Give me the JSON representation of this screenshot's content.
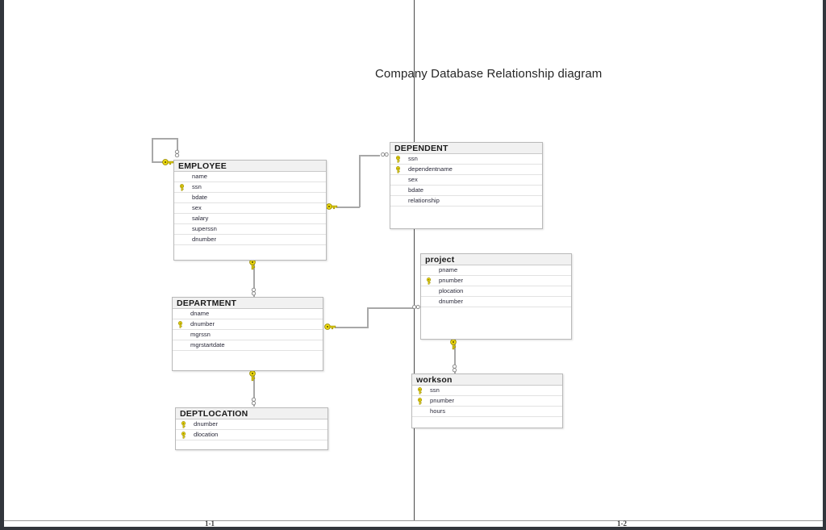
{
  "document": {
    "title": "Company Database Relationship diagram",
    "page_labels": [
      "1-1",
      "1-2"
    ]
  },
  "entities": [
    {
      "id": "employee",
      "name": "EMPLOYEE",
      "attributes": [
        {
          "name": "name",
          "key": false
        },
        {
          "name": "ssn",
          "key": true
        },
        {
          "name": "bdate",
          "key": false
        },
        {
          "name": "sex",
          "key": false
        },
        {
          "name": "salary",
          "key": false
        },
        {
          "name": "superssn",
          "key": false
        },
        {
          "name": "dnumber",
          "key": false
        }
      ]
    },
    {
      "id": "dependent",
      "name": "DEPENDENT",
      "attributes": [
        {
          "name": "ssn",
          "key": true
        },
        {
          "name": "dependentname",
          "key": true
        },
        {
          "name": "sex",
          "key": false
        },
        {
          "name": "bdate",
          "key": false
        },
        {
          "name": "relationship",
          "key": false
        }
      ]
    },
    {
      "id": "department",
      "name": "DEPARTMENT",
      "attributes": [
        {
          "name": "dname",
          "key": false
        },
        {
          "name": "dnumber",
          "key": true
        },
        {
          "name": "mgrssn",
          "key": false
        },
        {
          "name": "mgrstartdate",
          "key": false
        }
      ]
    },
    {
      "id": "deptlocation",
      "name": "DEPTLOCATION",
      "attributes": [
        {
          "name": "dnumber",
          "key": true
        },
        {
          "name": "dlocation",
          "key": true
        }
      ]
    },
    {
      "id": "project",
      "name": "project",
      "attributes": [
        {
          "name": "pname",
          "key": false
        },
        {
          "name": "pnumber",
          "key": true
        },
        {
          "name": "plocation",
          "key": false
        },
        {
          "name": "dnumber",
          "key": false
        }
      ]
    },
    {
      "id": "workson",
      "name": "workson",
      "attributes": [
        {
          "name": "ssn",
          "key": true
        },
        {
          "name": "pnumber",
          "key": true
        },
        {
          "name": "hours",
          "key": false
        }
      ]
    }
  ],
  "relationships": [
    {
      "id": "employee-supervises-employee",
      "from": "EMPLOYEE",
      "to": "EMPLOYEE",
      "from_end": "one",
      "to_end": "many"
    },
    {
      "id": "employee-has-dependent",
      "from": "EMPLOYEE",
      "to": "DEPENDENT",
      "from_end": "one",
      "to_end": "many"
    },
    {
      "id": "employee-manages-department",
      "from": "EMPLOYEE",
      "to": "DEPARTMENT",
      "from_end": "one",
      "to_end": "many"
    },
    {
      "id": "department-has-deptlocation",
      "from": "DEPARTMENT",
      "to": "DEPTLOCATION",
      "from_end": "one",
      "to_end": "many"
    },
    {
      "id": "department-controls-project",
      "from": "DEPARTMENT",
      "to": "project",
      "from_end": "one",
      "to_end": "many"
    },
    {
      "id": "project-has-workson",
      "from": "project",
      "to": "workson",
      "from_end": "one",
      "to_end": "many"
    }
  ],
  "colors": {
    "key_icon": "#e8d21a",
    "connector": "#9d9d9d",
    "entity_header_bg": "#f1f1f1",
    "entity_border": "#b9b9b9",
    "page_border": "#32363c"
  }
}
